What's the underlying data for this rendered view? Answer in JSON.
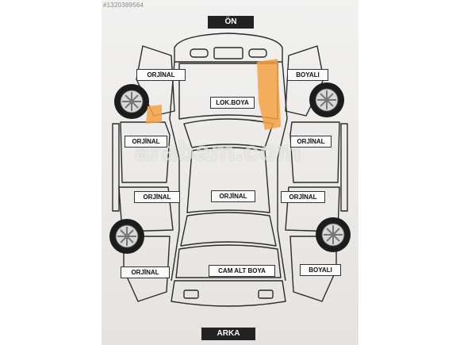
{
  "photo_id": "#1320389564",
  "watermark": "arabam.com",
  "header": {
    "front_label": "ÖN",
    "rear_label": "ARKA"
  },
  "parts": {
    "left_front_fender": "ORJİNAL",
    "right_front_fender": "BOYALI",
    "hood": "LOK.BOYA",
    "left_front_door": "ORJİNAL",
    "right_front_door": "ORJİNAL",
    "left_rear_door": "ORJİNAL",
    "roof": "ORJİNAL",
    "right_rear_door": "ORJİNAL",
    "left_rear_fender": "ORJİNAL",
    "trunk": "CAM ALT BOYA",
    "right_rear_fender": "BOYALI"
  },
  "colors": {
    "paint_highlight": "#f4a142",
    "label_border": "#333333",
    "tag_bg": "#222222"
  }
}
